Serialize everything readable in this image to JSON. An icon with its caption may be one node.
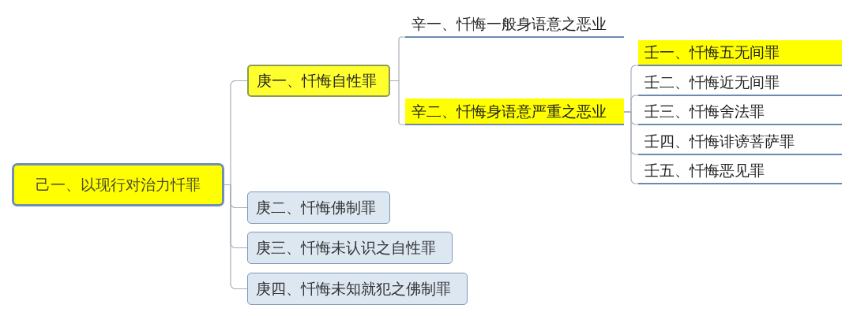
{
  "diagram": {
    "nodes": [
      {
        "text": [
          "己一、以现行对治力忏罪"
        ]
      },
      {
        "text": [
          "庚一、忏悔自性罪"
        ]
      },
      {
        "text": [
          "庚二、忏悔佛制罪"
        ]
      },
      {
        "text": [
          "庚三、忏悔未认识之自性罪"
        ]
      },
      {
        "text": [
          "庚四、忏悔未知就犯之佛制罪"
        ]
      },
      {
        "text": [
          "辛一、忏悔一般身语意之恶业"
        ]
      },
      {
        "text": [
          "辛二、忏悔身语意严重之恶业"
        ]
      },
      {
        "text": [
          "壬一、忏悔五无间罪"
        ]
      },
      {
        "text": [
          "壬二、忏悔近无间罪"
        ]
      },
      {
        "text": [
          "壬三、忏悔舍法罪"
        ]
      },
      {
        "text": [
          "壬四、忏悔诽谤菩萨罪"
        ]
      },
      {
        "text": [
          "壬五、忏悔恶见罪"
        ]
      }
    ],
    "edges": [
      {
        "from": 0,
        "to": 1,
        "arrow": "none"
      },
      {
        "from": 0,
        "to": 2,
        "arrow": "none"
      },
      {
        "from": 0,
        "to": 3,
        "arrow": "none"
      },
      {
        "from": 0,
        "to": 4,
        "arrow": "none"
      },
      {
        "from": 1,
        "to": 5,
        "arrow": "none"
      },
      {
        "from": 1,
        "to": 6,
        "arrow": "none"
      },
      {
        "from": 6,
        "to": 7,
        "arrow": "none"
      },
      {
        "from": 6,
        "to": 8,
        "arrow": "none"
      },
      {
        "from": 6,
        "to": 9,
        "arrow": "none"
      },
      {
        "from": 6,
        "to": 10,
        "arrow": "none"
      },
      {
        "from": 6,
        "to": 11,
        "arrow": "none"
      }
    ]
  }
}
